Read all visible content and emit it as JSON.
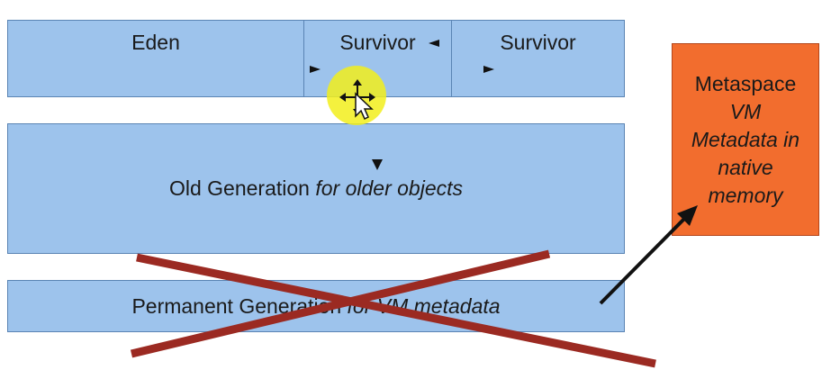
{
  "blocks": {
    "eden": "Eden",
    "survivor_1": "Survivor",
    "survivor_2": "Survivor",
    "old_generation": "Old Generation",
    "old_generation_note": "for older objects",
    "permanent_generation": "Permanent Generation",
    "permanent_generation_note": "for VM metadata"
  },
  "metaspace": {
    "title": "Metaspace",
    "line1": "VM",
    "line2": "Metadata in",
    "line3": "native",
    "line4": "memory"
  },
  "colors": {
    "heap_block_fill": "#9dc3ec",
    "heap_block_border": "#5a84b4",
    "metaspace_fill": "#f26d2e",
    "strike_cross": "#9b2a22",
    "cursor_highlight": "#f2ee1c"
  },
  "icons": {
    "pointer": "move-cursor-icon"
  }
}
